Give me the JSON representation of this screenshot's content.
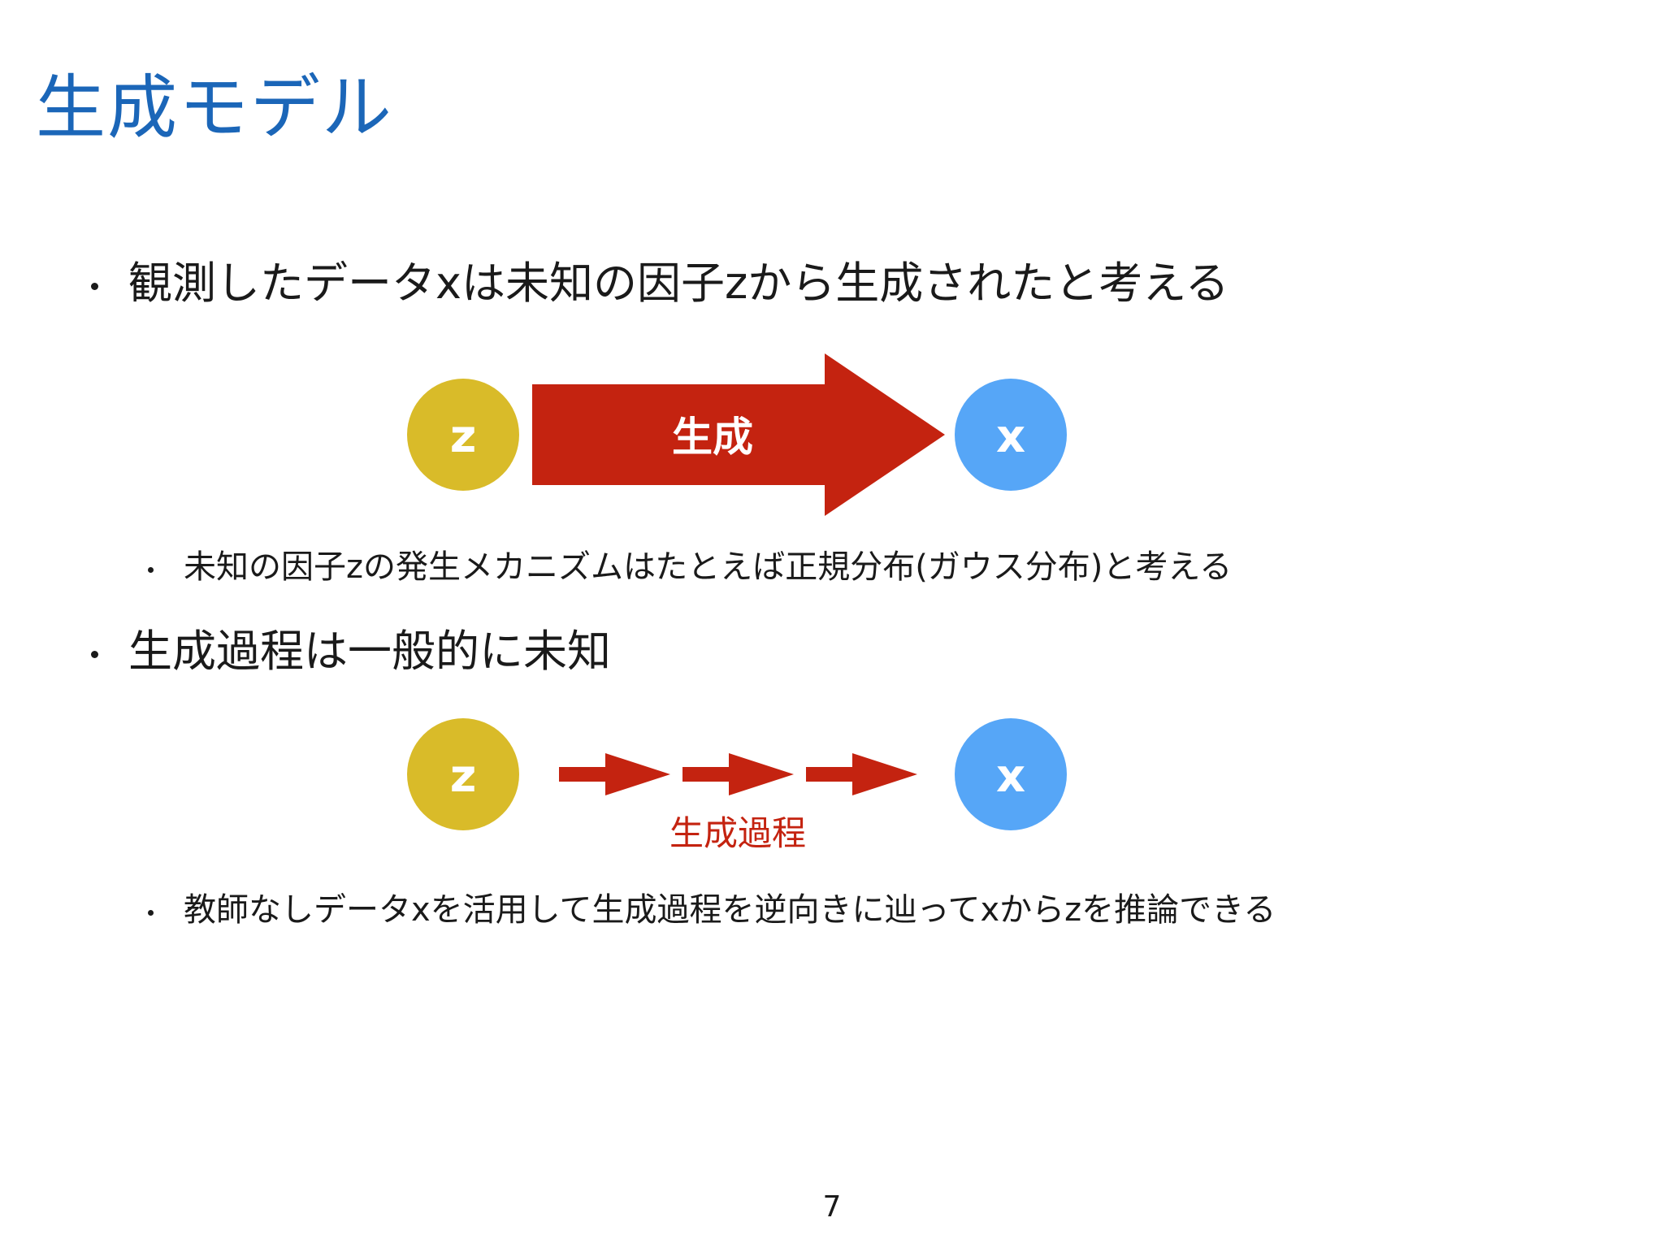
{
  "slide": {
    "title": "生成モデル",
    "page_number": "7"
  },
  "bullets": [
    {
      "level": 1,
      "text": "観測したデータxは未知の因子zから生成されたと考える"
    },
    {
      "level": 2,
      "text": "未知の因子zの発生メカニズムはたとえば正規分布(ガウス分布)と考える"
    },
    {
      "level": 1,
      "text": "生成過程は一般的に未知"
    },
    {
      "level": 2,
      "text": "教師なしデータxを活用して生成過程を逆向きに辿ってxからzを推論できる"
    }
  ],
  "diagram1": {
    "source_node": "z",
    "target_node": "x",
    "arrow_label": "生成"
  },
  "diagram2": {
    "source_node": "z",
    "target_node": "x",
    "caption": "生成過程"
  },
  "colors": {
    "title": "#1b66b8",
    "z_node": "#d9bb29",
    "x_node": "#56a6f7",
    "arrow": "#c42310"
  }
}
